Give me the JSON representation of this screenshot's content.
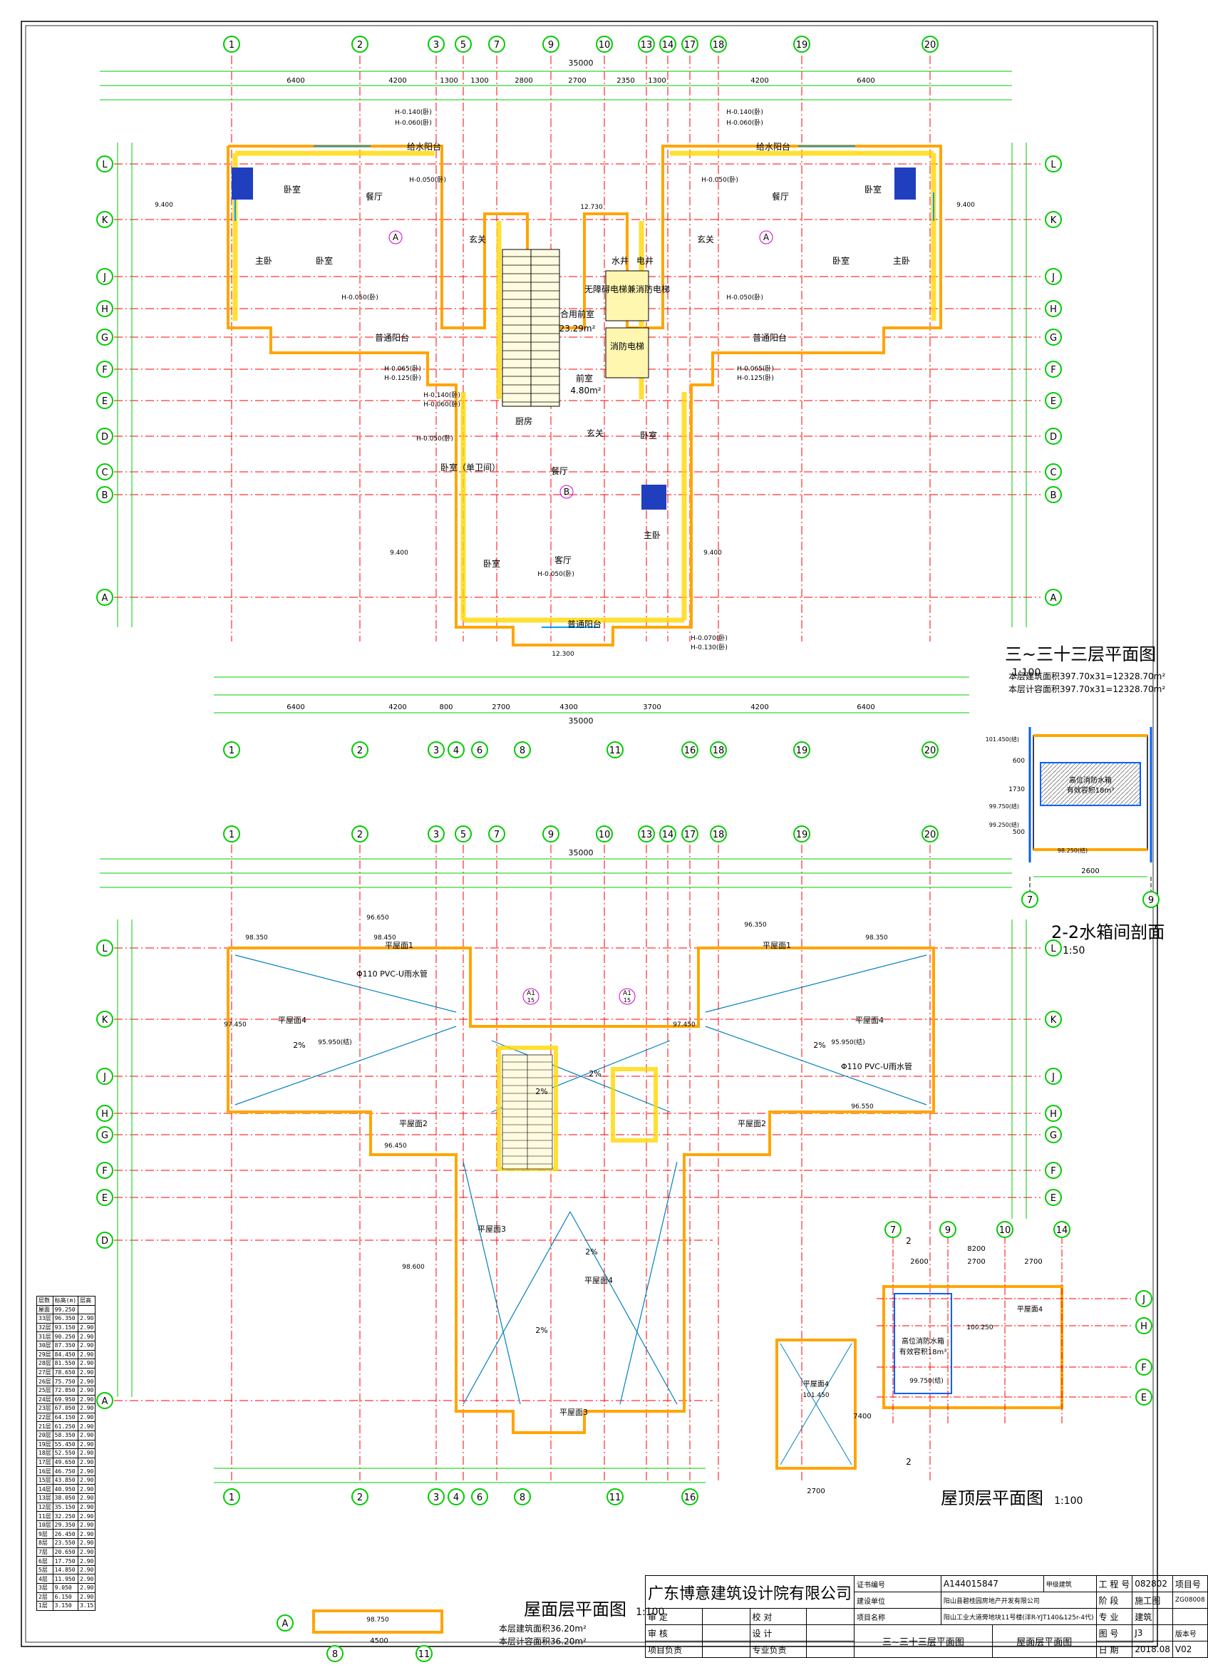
{
  "plan_upper": {
    "title": "三~三十三层平面图",
    "scale": "1:100",
    "area_1": "本层建筑面积397.70x31=12328.70m²",
    "area_2": "本层计容面积397.70x31=12328.70m²",
    "axes_top": [
      "1",
      "2",
      "3",
      "5",
      "7",
      "9",
      "10",
      "13",
      "14",
      "17",
      "18",
      "19",
      "20"
    ],
    "axes_bottom": [
      "1",
      "2",
      "3",
      "4",
      "6",
      "8",
      "11",
      "16",
      "18",
      "19",
      "20"
    ],
    "axes_rows": [
      "L",
      "K",
      "J",
      "H",
      "G",
      "F",
      "E",
      "D",
      "C",
      "B",
      "A"
    ],
    "overall_dim": "35000",
    "top_dims": [
      "6400",
      "4200",
      "1300",
      "1300",
      "2800",
      "2700",
      "2350",
      "1300",
      "4200",
      "6400"
    ],
    "bottom_dims": [
      "6400",
      "4200",
      "800",
      "2700",
      "4300",
      "3700",
      "4200",
      "6400"
    ],
    "rooms": {
      "bedroom": "卧室",
      "master_bedroom": "主卧",
      "dining": "餐厅",
      "living": "客厅",
      "kitchen": "厨房",
      "foyer": "玄关",
      "balcony_service": "给水阳台",
      "balcony_common": "普通阳台",
      "lobby": "合用前室",
      "lobby_area": "23.29m²",
      "front_room": "前室",
      "front_room_area": "4.80m²",
      "fire_elevator": "消防电梯",
      "elevator_machine": "无障碍电梯兼消防电梯",
      "shaft_water": "水井",
      "shaft_elec": "电井",
      "unit_a": "A",
      "unit_b": "B",
      "bedroom_ensuite": "卧室（单卫间）"
    },
    "levels": {
      "h1": "H-0.140(卧)",
      "h2": "H-0.060(卧)",
      "h3": "H-0.050(卧)",
      "h4": "H-0.065(卧)",
      "h5": "H-0.125(卧)",
      "h6": "H-0.070(卧)",
      "h7": "H-0.130(卧)",
      "e1": "9.400",
      "e2": "12.730",
      "e3": "12.300"
    }
  },
  "section": {
    "title": "2-2水箱间剖面",
    "scale": "1:50",
    "axis_left": "7",
    "axis_right": "9",
    "width_dim": "2600",
    "tank_label": "高位消防水箱",
    "tank_vol": "有效容积18m³",
    "levels": [
      "101.450(结)",
      "99.750(结)",
      "99.250(结)",
      "98.250(结)"
    ],
    "dims": [
      "600",
      "1730",
      "500"
    ]
  },
  "plan_roof": {
    "title": "屋面层平面图",
    "scale": "1:100",
    "area_1": "本层建筑面积36.20m²",
    "area_2": "本层计容面积36.20m²",
    "axes_top": [
      "1",
      "2",
      "3",
      "5",
      "7",
      "9",
      "10",
      "13",
      "14",
      "17",
      "18",
      "19",
      "20"
    ],
    "axes_bottom": [
      "1",
      "2",
      "3",
      "4",
      "6",
      "8",
      "11",
      "16"
    ],
    "axes_rows": [
      "L",
      "K",
      "J",
      "H",
      "G",
      "F",
      "E",
      "D",
      "A"
    ],
    "overall_dim": "35000",
    "plat_1": "平屋面1",
    "plat_2": "平屋面2",
    "plat_3": "平屋面3",
    "plat_4": "平屋面4",
    "pipe": "Φ110 PVC-U雨水管",
    "slope": "2%",
    "elevs": [
      "98.350",
      "98.450",
      "97.450",
      "95.950(结)",
      "96.650",
      "96.550",
      "96.450",
      "98.600",
      "97.450",
      "96.350"
    ],
    "detail_a": "A1",
    "detail_b": "15"
  },
  "plan_top": {
    "title": "屋顶层平面图",
    "scale": "1:100",
    "axes_top": [
      "7",
      "9",
      "10",
      "14"
    ],
    "axes_rows": [
      "J",
      "H",
      "F",
      "E"
    ],
    "dim_top": "8200",
    "dims_sub": [
      "2600",
      "2700",
      "2700"
    ],
    "tank_label": "高位消防水箱",
    "tank_vol": "有效容积18m³",
    "plat_4": "平屋面4",
    "elev_1": "99.750(结)",
    "elev_2": "101.450",
    "elev_3": "100.250",
    "section_mark": "2"
  },
  "plan_small": {
    "axes": [
      "8",
      "11"
    ],
    "row": "A",
    "dim": "4500",
    "elev": "98.750"
  },
  "small_stair": {
    "plat": "平屋面4",
    "elev": "101.450",
    "dims": [
      "2700",
      "7400"
    ]
  },
  "floor_table": {
    "header": [
      "层数",
      "标高(m)",
      "层高"
    ],
    "rows": [
      [
        "屋面",
        "99.250",
        ""
      ],
      [
        "33层",
        "96.350",
        "2.90"
      ],
      [
        "32层",
        "93.150",
        "2.90"
      ],
      [
        "31层",
        "90.250",
        "2.90"
      ],
      [
        "30层",
        "87.350",
        "2.90"
      ],
      [
        "29层",
        "84.450",
        "2.90"
      ],
      [
        "28层",
        "81.550",
        "2.90"
      ],
      [
        "27层",
        "78.650",
        "2.90"
      ],
      [
        "26层",
        "75.750",
        "2.90"
      ],
      [
        "25层",
        "72.850",
        "2.90"
      ],
      [
        "24层",
        "69.950",
        "2.90"
      ],
      [
        "23层",
        "67.050",
        "2.90"
      ],
      [
        "22层",
        "64.150",
        "2.90"
      ],
      [
        "21层",
        "61.250",
        "2.90"
      ],
      [
        "20层",
        "58.350",
        "2.90"
      ],
      [
        "19层",
        "55.450",
        "2.90"
      ],
      [
        "18层",
        "52.550",
        "2.90"
      ],
      [
        "17层",
        "49.650",
        "2.90"
      ],
      [
        "16层",
        "46.750",
        "2.90"
      ],
      [
        "15层",
        "43.850",
        "2.90"
      ],
      [
        "14层",
        "40.950",
        "2.90"
      ],
      [
        "13层",
        "38.050",
        "2.90"
      ],
      [
        "12层",
        "35.150",
        "2.90"
      ],
      [
        "11层",
        "32.250",
        "2.90"
      ],
      [
        "10层",
        "29.350",
        "2.90"
      ],
      [
        "9层",
        "26.450",
        "2.90"
      ],
      [
        "8层",
        "23.550",
        "2.90"
      ],
      [
        "7层",
        "20.650",
        "2.90"
      ],
      [
        "6层",
        "17.750",
        "2.90"
      ],
      [
        "5层",
        "14.850",
        "2.90"
      ],
      [
        "4层",
        "11.950",
        "2.90"
      ],
      [
        "3层",
        "9.050",
        "2.90"
      ],
      [
        "2层",
        "6.150",
        "2.90"
      ],
      [
        "1层",
        "3.150",
        "3.15"
      ]
    ]
  },
  "title_block": {
    "company": "广东博意建筑设计院有限公司",
    "cert_label": "证书编号",
    "cert_no": "A144015847",
    "cert_type": "甲级建筑",
    "client_label": "建设单位",
    "client": "阳山县碧桂园房地产开发有限公司",
    "project_label": "项目名称",
    "project": "阳山工业大道旁地块11号楼(洋R-YJT140&125r-4代)",
    "job_label": "工 程 号",
    "job_no": "082802",
    "stage_label": "阶 段",
    "stage": "施工图",
    "discipline_label": "专 业",
    "discipline": "建筑",
    "sheet_label": "图 号",
    "sheet_no": "J3",
    "date_label": "日 期",
    "date": "2018.08",
    "version_label": "版本号",
    "version": "V02",
    "project_no_label": "项目号",
    "project_no": "ZG08008",
    "drawing_title_1": "三~三十三层平面图",
    "drawing_title_2": "屋面层平面图",
    "approve": "审 定",
    "review": "审 核",
    "check": "校 对",
    "design": "设 计",
    "lead": "项目负责",
    "pro_lead": "专业负责"
  }
}
